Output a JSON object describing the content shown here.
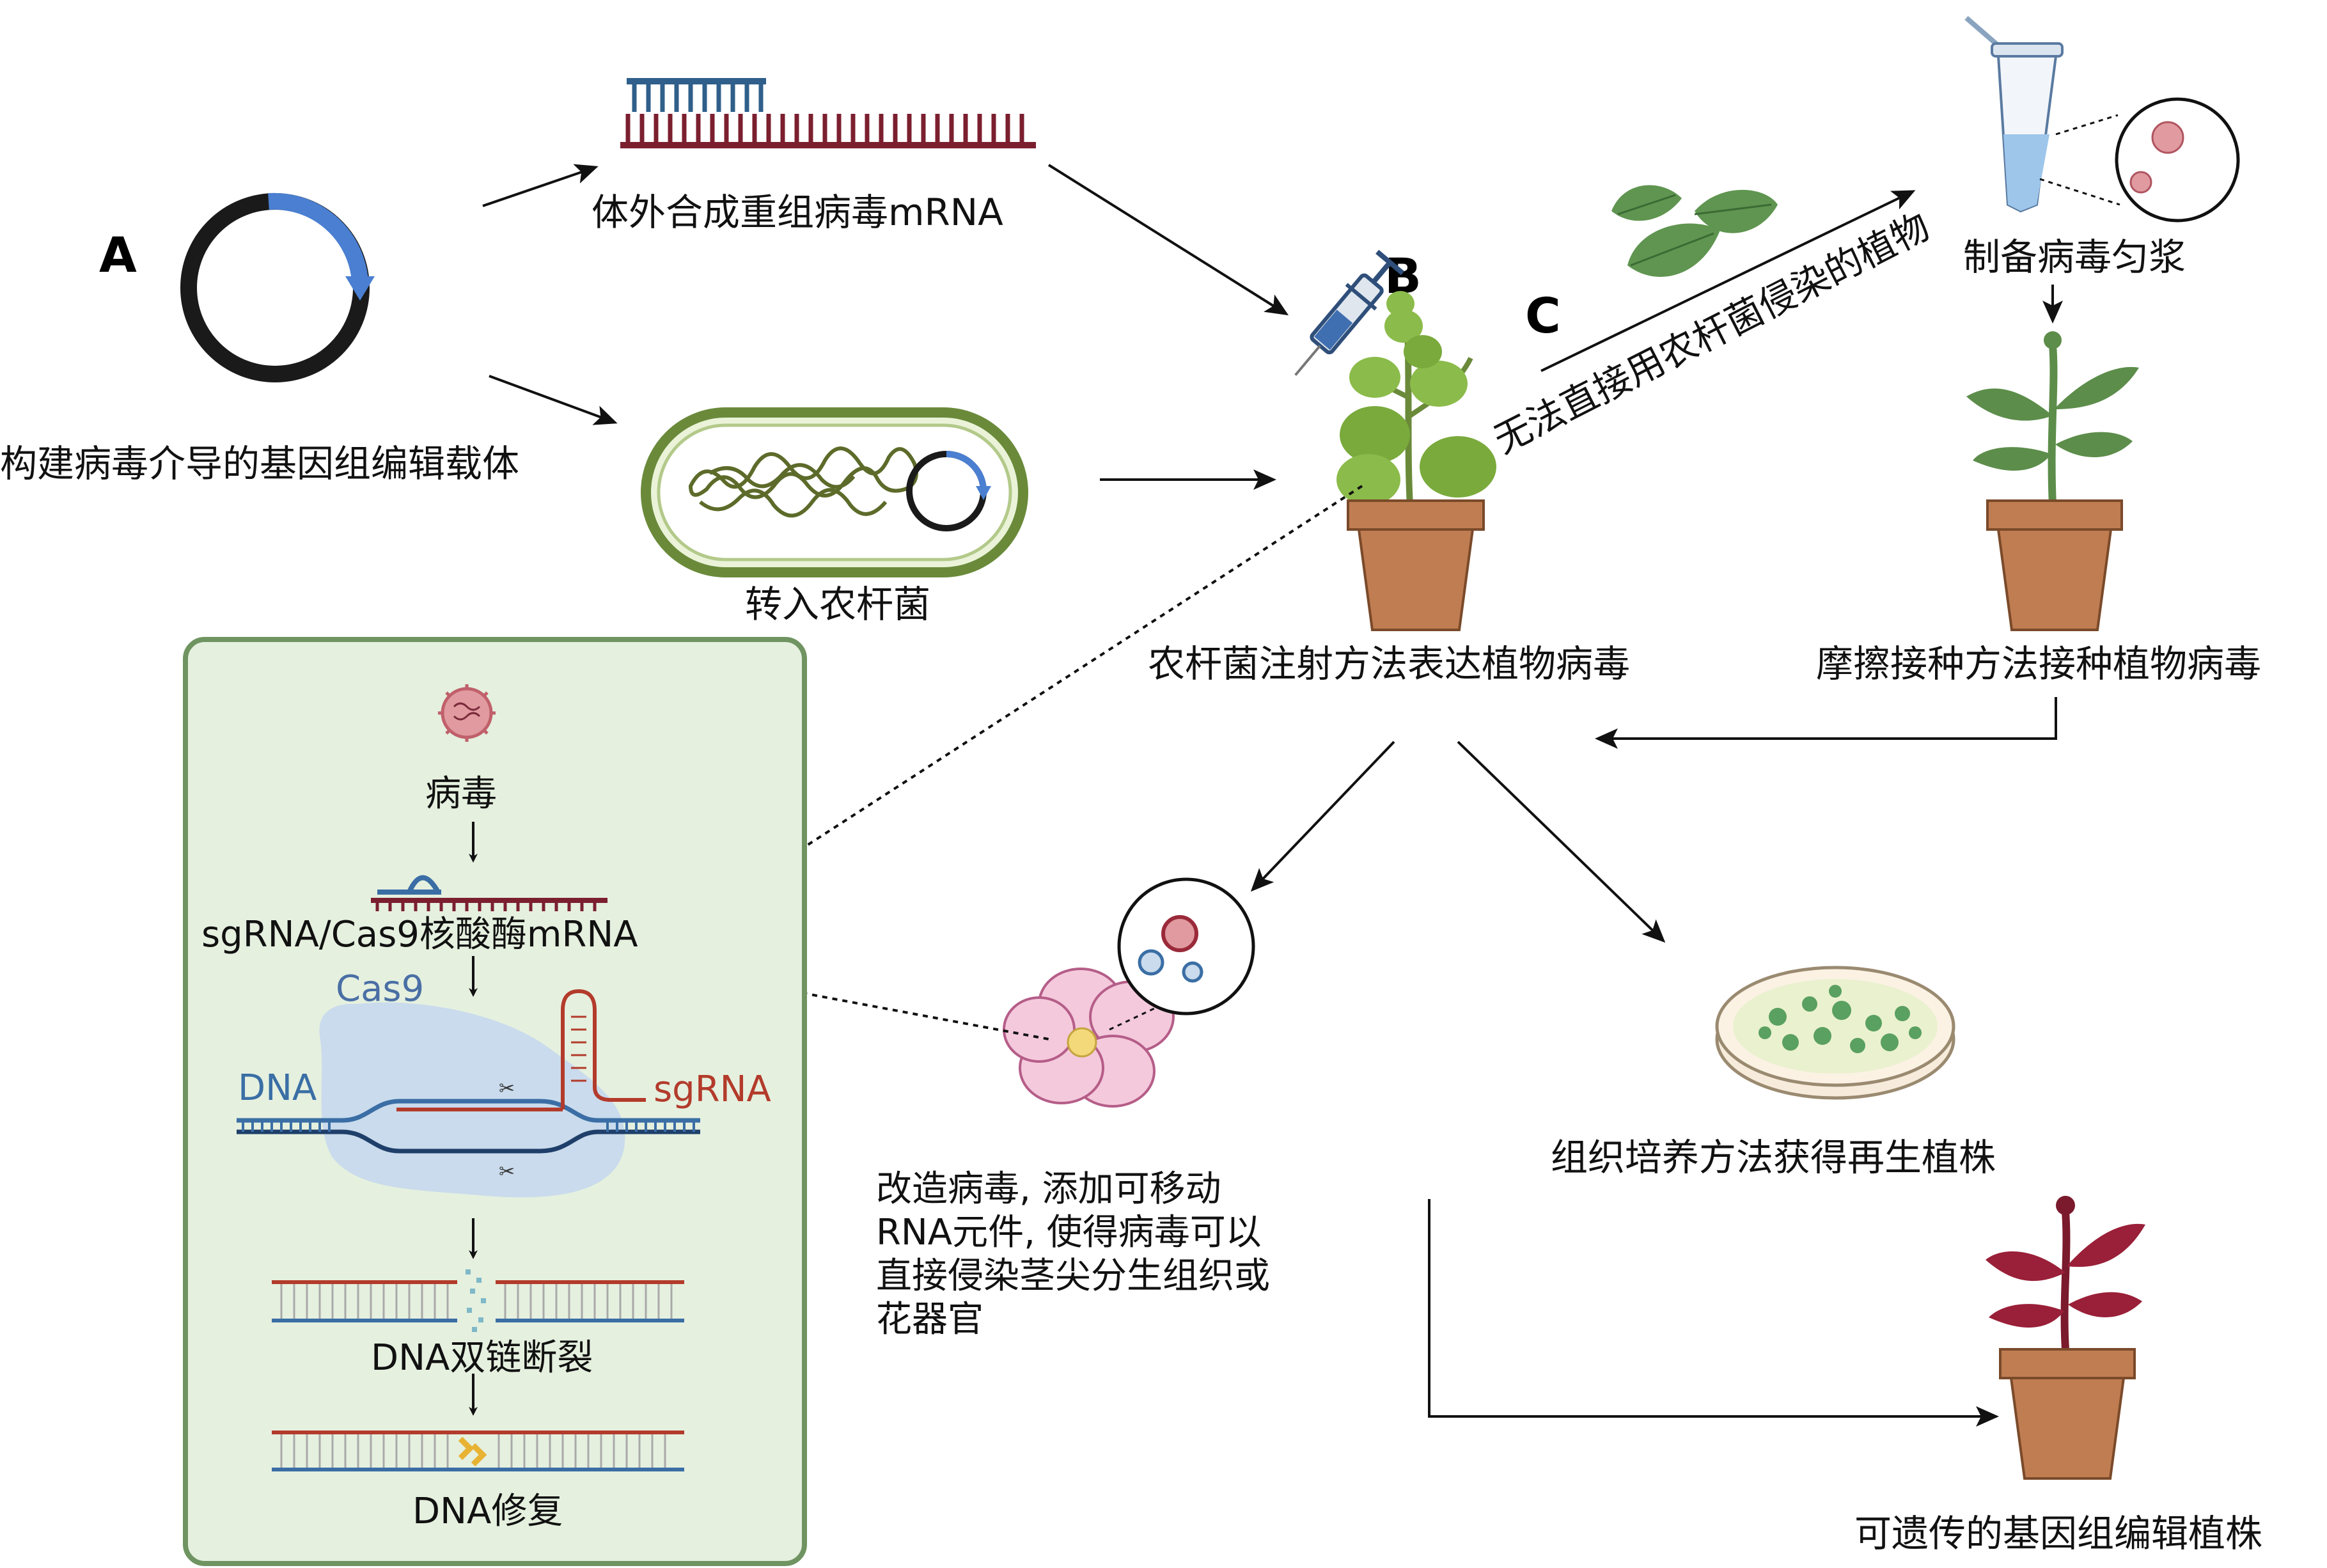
{
  "panels": {
    "a": "A",
    "b": "B",
    "c": "C"
  },
  "labels": {
    "construct_vector": "构建病毒介导的基因组编辑载体",
    "in_vitro_mrna": "体外合成重组病毒mRNA",
    "into_agrobacterium": "转入农杆菌",
    "agro_injection": "农杆菌注射方法表达植物病毒",
    "cannot_infect": "无法直接用农杆菌侵染的植物",
    "prepare_homogenate": "制备病毒匀浆",
    "rub_inoculation": "摩擦接种方法接种植物病毒",
    "modify_virus_line1": "改造病毒, 添加可移动",
    "modify_virus_line2": "RNA元件, 使得病毒可以",
    "modify_virus_line3": "直接侵染茎尖分生组织或",
    "modify_virus_line4": "花器官",
    "tissue_culture": "组织培养方法获得再生植株",
    "heritable_plant": "可遗传的基因组编辑植株"
  },
  "inset": {
    "virus": "病毒",
    "sgrna_cas9_mrna": "sgRNA/Cas9核酸酶mRNA",
    "cas9": "Cas9",
    "dna": "DNA",
    "sgrna": "sgRNA",
    "dsb": "DNA双链断裂",
    "repair": "DNA修复"
  },
  "colors": {
    "inset_bg": "#e5f0df",
    "inset_border": "#6f9461",
    "cas9_blob": "#c9dbec",
    "dna_blue": "#3a6ea5",
    "dna_red": "#a33a3a",
    "sgrna_text": "#b33b2b",
    "cas9_text": "#4a6fa5",
    "pot": "#b8734e",
    "leaf_green": "#6a9a3c",
    "leaf_dark": "#5c8d4a",
    "edited_leaf": "#9a1f38",
    "plasmid_blue": "#4a7fd1",
    "virus_pink": "#e09aa0"
  },
  "icons": [
    "plasmid-icon",
    "mrna-icon",
    "agrobacterium-icon",
    "syringe-icon",
    "plant-icon",
    "leaves-icon",
    "tube-icon",
    "virus-icon",
    "flower-icon",
    "petri-dish-icon",
    "edited-plant-icon"
  ]
}
